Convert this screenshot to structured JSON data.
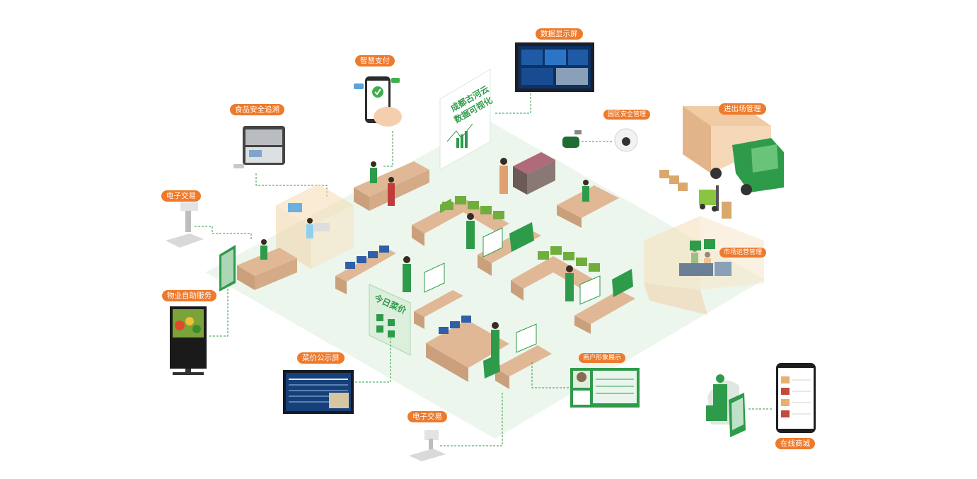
{
  "labels": {
    "data_screen": "数据显示屏",
    "smart_pay": "智慧支付",
    "food_trace": "食品安全追溯",
    "e_trade_left": "电子交易",
    "self_service": "物业自助服务",
    "price_screen": "菜价公示屏",
    "e_trade_bottom": "电子交易",
    "merchant_display": "商户形象展示",
    "park_security": "园区安全管理",
    "entry_exit": "进出场管理",
    "market_ops": "市场运营管理",
    "online_mall": "在线商城"
  },
  "billboard": {
    "line1": "成都古河云",
    "line2": "数据可视化"
  },
  "price_board": {
    "title": "今日菜价"
  },
  "colors": {
    "tag_orange": "#ee7a2c",
    "brand_green": "#2e9b4a",
    "counter_tan": "#e0b896",
    "floor_green": "#e9f4ea"
  }
}
